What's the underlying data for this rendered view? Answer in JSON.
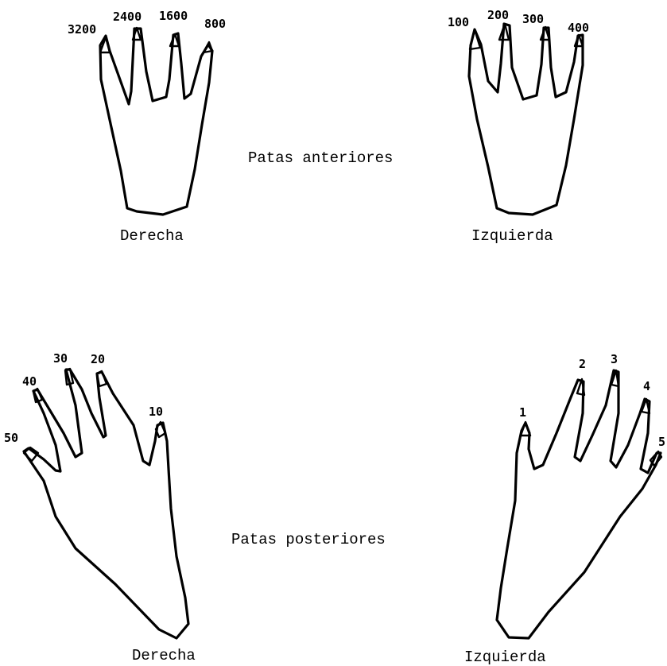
{
  "front": {
    "heading": "Patas anteriores",
    "right": {
      "label": "Derecha",
      "digits": [
        "3200",
        "2400",
        "1600",
        "800"
      ]
    },
    "left": {
      "label": "Izquierda",
      "digits": [
        "100",
        "200",
        "300",
        "400"
      ]
    }
  },
  "hind": {
    "heading": "Patas posteriores",
    "right": {
      "label": "Derecha",
      "digits": [
        "50",
        "40",
        "30",
        "20",
        "10"
      ]
    },
    "left": {
      "label": "Izquierda",
      "digits": [
        "1",
        "2",
        "3",
        "4",
        "5"
      ]
    }
  },
  "colors": {
    "ink": "#000000",
    "background": "#ffffff"
  }
}
